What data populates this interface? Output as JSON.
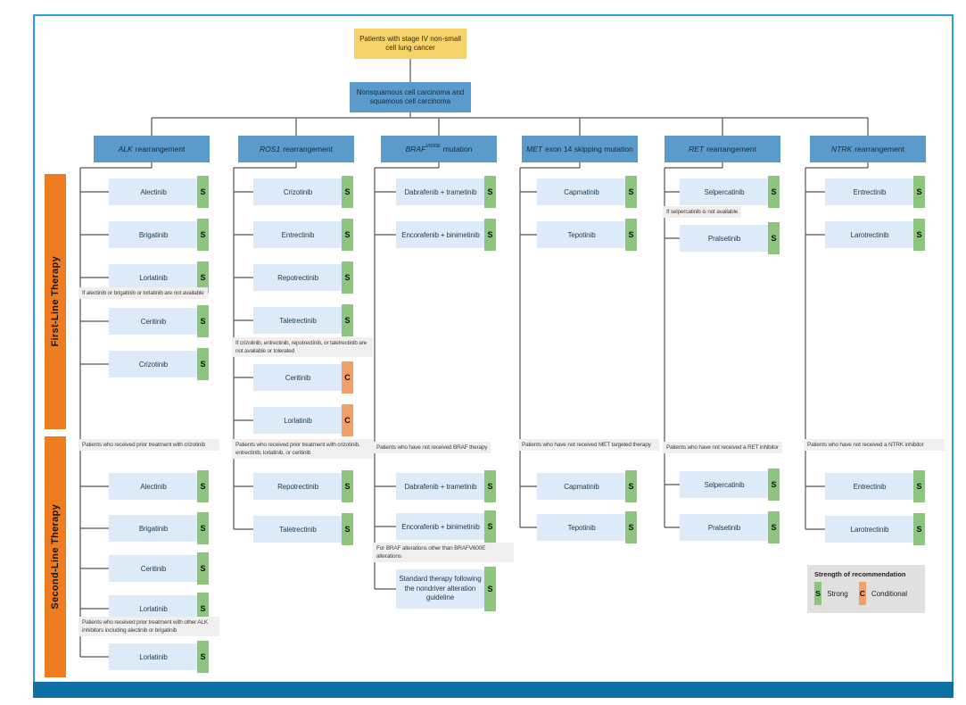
{
  "tree": {
    "root": "Patients with stage IV non-small cell lung cancer",
    "subroot": "Nonsquamous cell carcinoma and squamous cell carcinoma"
  },
  "side_labels": {
    "first_line": "First-Line Therapy",
    "second_line": "Second-Line Therapy"
  },
  "legend": {
    "title": "Strength of recommendation",
    "items": [
      {
        "code": "S",
        "label": "Strong",
        "color": "#8dc47e"
      },
      {
        "code": "C",
        "label": "Conditional",
        "color": "#f2a068"
      }
    ]
  },
  "colors": {
    "header_blue": "#5b9bcc",
    "drug_box_blue": "#dcebf7",
    "root_yellow": "#f5d369",
    "strong_green": "#8dc47e",
    "conditional_orange": "#f2a068",
    "side_bar_orange": "#ee7c20",
    "frame_blue": "#2ba0d6",
    "bottom_bar_blue": "#0e6fa5"
  },
  "columns": [
    {
      "header": {
        "gene": "ALK",
        "rest": "rearrangement"
      },
      "first_line": [
        {
          "type": "drug",
          "label": "Alectinib",
          "strength": "S"
        },
        {
          "type": "drug",
          "label": "Brigatinib",
          "strength": "S"
        },
        {
          "type": "drug",
          "label": "Lorlatinib",
          "strength": "S"
        },
        {
          "type": "note",
          "text": "If alectinib or brigatinib or lorlatinib are not available"
        },
        {
          "type": "drug",
          "label": "Ceritinib",
          "strength": "S"
        },
        {
          "type": "drug",
          "label": "Crizotinib",
          "strength": "S"
        }
      ],
      "second_line": [
        {
          "type": "note",
          "text": "Patients who received prior treatment with crizotinib"
        },
        {
          "type": "drug",
          "label": "Alectinib",
          "strength": "S"
        },
        {
          "type": "drug",
          "label": "Brigatinib",
          "strength": "S"
        },
        {
          "type": "drug",
          "label": "Ceritinib",
          "strength": "S"
        },
        {
          "type": "drug",
          "label": "Lorlatinib",
          "strength": "S"
        },
        {
          "type": "note",
          "text": "Patients who received prior treatment with other ALK inhibitors including alectinib or brigatinib"
        },
        {
          "type": "drug",
          "label": "Lorlatinib",
          "strength": "S"
        }
      ]
    },
    {
      "header": {
        "gene": "ROS1",
        "rest": "rearrangement"
      },
      "first_line": [
        {
          "type": "drug",
          "label": "Crizotinib",
          "strength": "S"
        },
        {
          "type": "drug",
          "label": "Entrectinib",
          "strength": "S"
        },
        {
          "type": "drug",
          "label": "Repotrectinib",
          "strength": "S"
        },
        {
          "type": "drug",
          "label": "Taletrectinib",
          "strength": "S"
        },
        {
          "type": "note",
          "text": "If crizotinib, entrectinib, repotrectinib, or taletrectinib are not available or tolerated"
        },
        {
          "type": "drug",
          "label": "Ceritinib",
          "strength": "C"
        },
        {
          "type": "drug",
          "label": "Lorlatinib",
          "strength": "C"
        }
      ],
      "second_line": [
        {
          "type": "note",
          "text": "Patients who received prior treatment with crizotinib, entrectinib, lorlatinib, or ceritinib"
        },
        {
          "type": "drug",
          "label": "Repotrectinib",
          "strength": "S"
        },
        {
          "type": "drug",
          "label": "Taletrectinib",
          "strength": "S"
        }
      ]
    },
    {
      "header": {
        "gene": "BRAF",
        "sup": "V600E",
        "rest": "mutation"
      },
      "first_line": [
        {
          "type": "drug",
          "label": "Dabrafenib + trametinib",
          "strength": "S"
        },
        {
          "type": "drug",
          "label": "Encorafenib + binimetinib",
          "strength": "S"
        }
      ],
      "second_line": [
        {
          "type": "note",
          "text": "Patients who have not received BRAF therapy"
        },
        {
          "type": "drug",
          "label": "Dabrafenib + trametinib",
          "strength": "S"
        },
        {
          "type": "drug",
          "label": "Encorafenib + binimetinib",
          "strength": "S"
        },
        {
          "type": "note",
          "text": "For BRAF alterations other than BRAFV600E alterations"
        },
        {
          "type": "drug",
          "label": "Standard therapy following the nondriver alteration guideline",
          "strength": "S"
        }
      ]
    },
    {
      "header": {
        "gene": "MET",
        "rest": "exon 14 skipping mutation"
      },
      "first_line": [
        {
          "type": "drug",
          "label": "Capmatinib",
          "strength": "S"
        },
        {
          "type": "drug",
          "label": "Tepotinib",
          "strength": "S"
        }
      ],
      "second_line": [
        {
          "type": "note",
          "text": "Patients who have not received MET targeted therapy"
        },
        {
          "type": "drug",
          "label": "Capmatinib",
          "strength": "S"
        },
        {
          "type": "drug",
          "label": "Tepotinib",
          "strength": "S"
        }
      ]
    },
    {
      "header": {
        "gene": "RET",
        "rest": "rearrangement"
      },
      "first_line": [
        {
          "type": "drug",
          "label": "Selpercatinib",
          "strength": "S"
        },
        {
          "type": "note",
          "text": "If selpercatinib is not available"
        },
        {
          "type": "drug",
          "label": "Pralsetinib",
          "strength": "S"
        }
      ],
      "second_line": [
        {
          "type": "note",
          "text": "Patients who have not received a RET inhibitor"
        },
        {
          "type": "drug",
          "label": "Selpercatinib",
          "strength": "S"
        },
        {
          "type": "drug",
          "label": "Pralsetinib",
          "strength": "S"
        }
      ]
    },
    {
      "header": {
        "gene": "NTRK",
        "rest": "rearrangement"
      },
      "first_line": [
        {
          "type": "drug",
          "label": "Entrectinib",
          "strength": "S"
        },
        {
          "type": "drug",
          "label": "Larotrectinib",
          "strength": "S"
        }
      ],
      "second_line": [
        {
          "type": "note",
          "text": "Patients who have not received a NTRK inhibitor"
        },
        {
          "type": "drug",
          "label": "Entrectinib",
          "strength": "S"
        },
        {
          "type": "drug",
          "label": "Larotrectinib",
          "strength": "S"
        }
      ]
    }
  ]
}
